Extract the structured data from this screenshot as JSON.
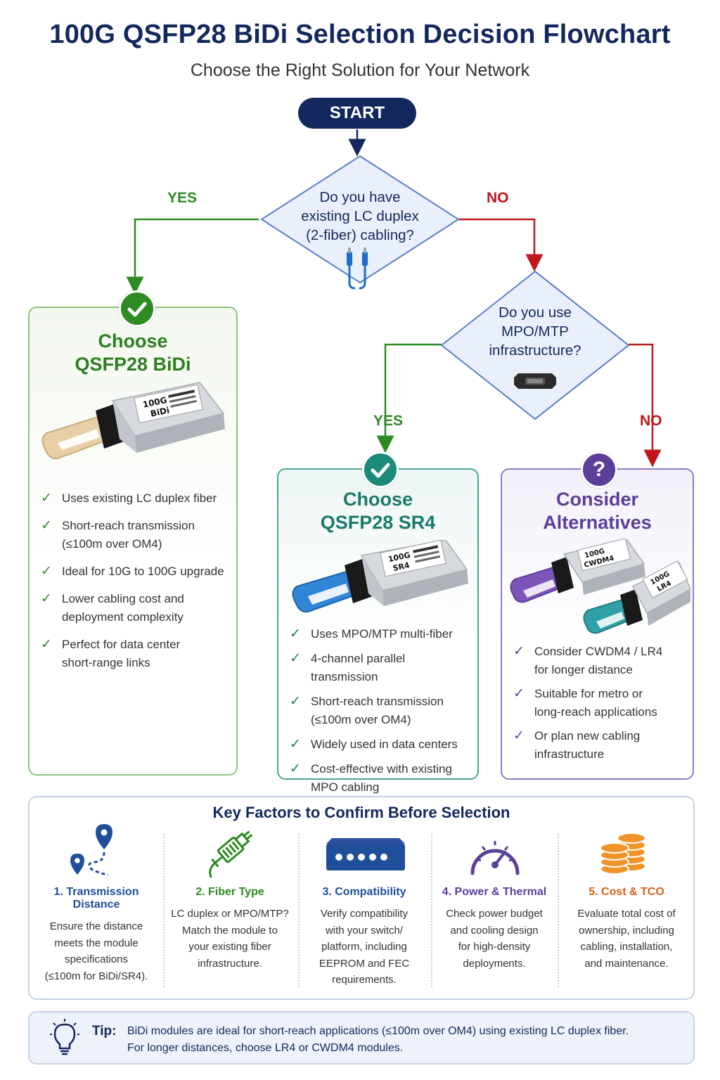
{
  "header": {
    "title": "100G QSFP28 BiDi Selection Decision Flowchart",
    "subtitle": "Choose the Right Solution for Your Network"
  },
  "flow": {
    "start": "START",
    "q1": {
      "lines": [
        "Do you have",
        "existing LC duplex",
        "(2-fiber) cabling?"
      ],
      "yes": "YES",
      "no": "NO"
    },
    "q2": {
      "lines": [
        "Do you use",
        "MPO/MTP",
        "infrastructure?"
      ],
      "yes": "YES",
      "no": "NO"
    }
  },
  "cards": {
    "bidi": {
      "title": [
        "Choose",
        "QSFP28 BiDi"
      ],
      "module_label": [
        "100G",
        "BiDi"
      ],
      "bullets": [
        [
          "Uses existing LC duplex fiber"
        ],
        [
          "Short-reach transmission",
          "(≤100m over OM4)"
        ],
        [
          "Ideal for 10G to 100G upgrade"
        ],
        [
          "Lower cabling cost and",
          "deployment complexity"
        ],
        [
          "Perfect for data center",
          "short-range links"
        ]
      ]
    },
    "sr4": {
      "title": [
        "Choose",
        "QSFP28 SR4"
      ],
      "module_label": [
        "100G",
        "SR4"
      ],
      "bullets": [
        [
          "Uses MPO/MTP multi-fiber"
        ],
        [
          "4-channel parallel transmission"
        ],
        [
          "Short-reach transmission",
          "(≤100m over OM4)"
        ],
        [
          "Widely used in data centers"
        ],
        [
          "Cost-effective with existing",
          "MPO cabling"
        ]
      ]
    },
    "alt": {
      "title": [
        "Consider",
        "Alternatives"
      ],
      "badge": "?",
      "module_labels": [
        [
          "100G",
          "CWDM4"
        ],
        [
          "100G",
          "LR4"
        ]
      ],
      "bullets": [
        [
          "Consider CWDM4 / LR4",
          "for longer distance"
        ],
        [
          "Suitable for metro or",
          "long-reach applications"
        ],
        [
          "Or plan new cabling",
          "infrastructure"
        ]
      ]
    }
  },
  "factors": {
    "title": "Key Factors to Confirm Before Selection",
    "items": [
      {
        "name": "1. Transmission Distance",
        "desc": [
          "Ensure the distance",
          "meets the module",
          "specifications",
          "(≤100m for BiDi/SR4)."
        ],
        "color": "#1f4e9a",
        "icon": "route-pin-icon"
      },
      {
        "name": "2. Fiber Type",
        "desc": [
          "LC duplex or MPO/MTP?",
          "Match the module to",
          "your existing fiber",
          "infrastructure."
        ],
        "color": "#2e8b23",
        "icon": "fiber-connector-icon"
      },
      {
        "name": "3. Compatibility",
        "desc": [
          "Verify compatibility",
          "with your switch/",
          "platform, including",
          "EEPROM and FEC",
          "requirements."
        ],
        "color": "#1f4e9a",
        "icon": "switch-icon"
      },
      {
        "name": "4. Power & Thermal",
        "desc": [
          "Check power budget",
          "and cooling design",
          "for high-density",
          "deployments."
        ],
        "color": "#5b3f98",
        "icon": "gauge-icon"
      },
      {
        "name": "5. Cost & TCO",
        "desc": [
          "Evaluate total cost of",
          "ownership, including",
          "cabling, installation,",
          "and maintenance."
        ],
        "color": "#d9601a",
        "icon": "coins-icon"
      }
    ]
  },
  "tip": {
    "label": "Tip:",
    "lines": [
      "BiDi modules are ideal for short-reach applications (≤100m over OM4) using existing LC duplex fiber.",
      "For longer distances, choose LR4 or CWDM4 modules."
    ]
  },
  "colors": {
    "navy": "#13285c",
    "yes_green": "#2e8b23",
    "no_red": "#c0171c",
    "teal": "#1b7a6b",
    "purple": "#5b3f98",
    "orange": "#d9601a"
  }
}
